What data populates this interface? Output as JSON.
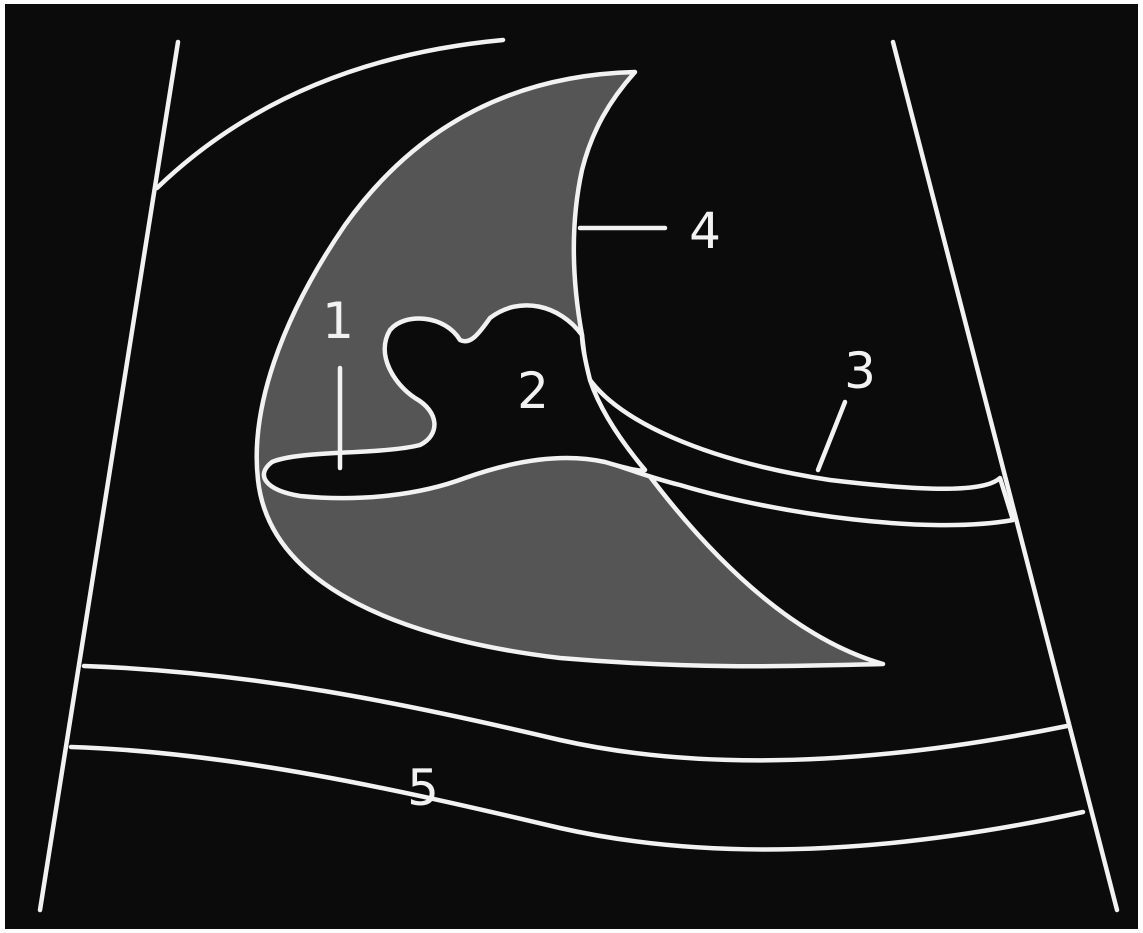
{
  "labels": {
    "l1": "1",
    "l2": "2",
    "l3": "3",
    "l4": "4",
    "l5": "5"
  },
  "colors": {
    "background": "#0b0b0b",
    "organ_fill": "#555555",
    "line": "#f2f2f2"
  }
}
